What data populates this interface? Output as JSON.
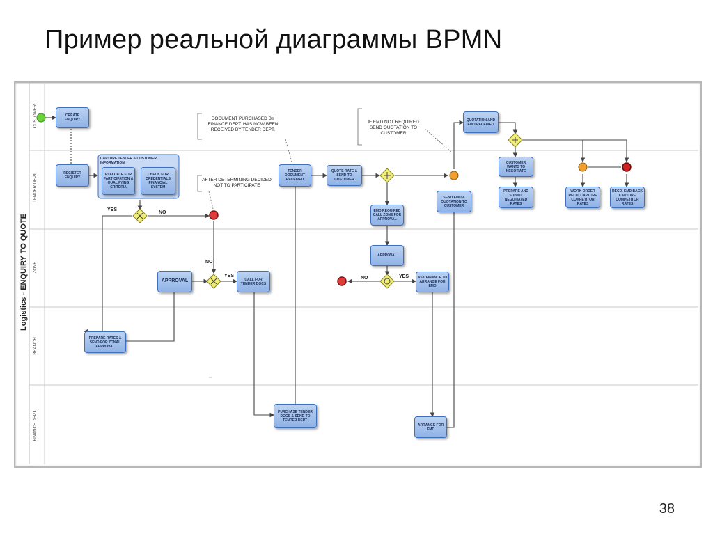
{
  "slide": {
    "title": "Пример реальной диаграммы BPMN",
    "page_number": "38"
  },
  "pool": {
    "label": "Logistics - ENQUIRY TO QUOTE"
  },
  "lanes": [
    "CUSTOMER",
    "TENDER DEPT.",
    "ZONE",
    "BRANCH",
    "FINANCE DEPT."
  ],
  "tasks": {
    "create_enquiry": "CREATE ENQUIRY",
    "register_enquiry": "REGISTER ENQUIRY",
    "capture_tender": "CAPTURE TENDER & CUSTOMER INFORMATION",
    "evaluate_participation": "EVALUATE FOR PARTICIPATION & QUALIFYING CRITERIA",
    "check_credentials": "CHECK FOR CREDENTIALS FINANCIAL SYSTEM",
    "tender_document": "TENDER DOCUMENT RECEIVED",
    "quote_rate": "QUOTE RATE & SEND TO CUSTOMER",
    "emd_required": "EMD REQUIRED CALL ZONE FOR APPROVAL",
    "approval_small": "APPROVAL",
    "ask_finance": "ASK FINANCE TO ARRANGE FOR EMD",
    "send_emd": "SEND EMD & QUOTATION TO CUSTOMER",
    "quotation_emd": "QUOTATION AND EMD RECEIVED",
    "customer_wants": "CUSTOMER WANTS TO NEGOTIATE",
    "prepare_send": "PREPARE AND SUBMIT NEGOTIATED RATES",
    "work_order": "WORK ORDER RECD. CAPTURE COMPETITOR RATES",
    "recd_emd_back": "RECD. EMD BACK CAPTURE COMPETITOR RATES",
    "approval_big": "APPROVAL",
    "call_for_tender": "CALL FOR TENDER DOCS",
    "prepare_rates": "PREPARE RATES & SEND FOR ZONAL APPROVAL",
    "purchase_tender": "PURCHASE TENDER DOCS & SEND TO TENDER DEPT.",
    "arrange_emd": "ARRANGE FOR EMD"
  },
  "notes": {
    "document_purchased": "DOCUMENT PURCHASED BY FINANCE DEPT. HAS NOW BEEN RECEIVED BY TENDER DEPT.",
    "after_determining": "AFTER DETERMINING DECIDED NOT TO PARTICIPATE",
    "if_emd": "IF EMD NOT REQUIRED SEND QUOTATION TO CUSTOMER"
  },
  "flow_labels": {
    "yes": "YES",
    "no": "NO"
  },
  "colors": {
    "task_fill": "#a7c3ec",
    "task_border": "#3d6fbf",
    "gateway_fill": "#f2ee7a",
    "start_event": "#6cd23a",
    "end_event": "#e03a3a",
    "intermediate_event": "#f0a030"
  }
}
